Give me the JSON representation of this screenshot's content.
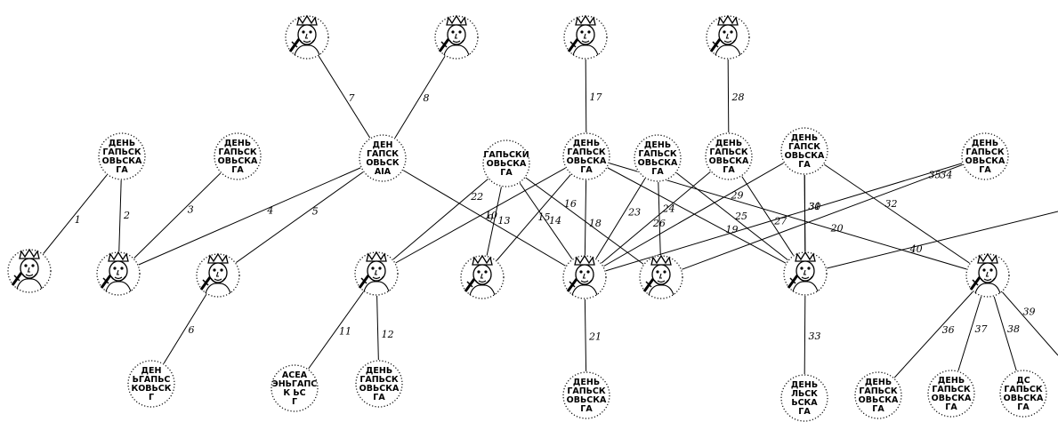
{
  "obverses": [
    {
      "id": "A",
      "lines": [
        "ДЕНЬ",
        "ГАПЬСК",
        "ОВЬСКА",
        "ГА"
      ]
    },
    {
      "id": "B",
      "lines": [
        "ДЕНЬ",
        "ГАПЬСК",
        "ОВЬСКА",
        "ГА"
      ]
    },
    {
      "id": "C",
      "lines": [
        "ДЕН",
        "ГАПСК",
        "ОВЬСК",
        "АІА"
      ]
    },
    {
      "id": "D",
      "lines": [
        "ГАПЬСКИ",
        "ОВЬСКА",
        "ГА"
      ]
    },
    {
      "id": "E",
      "lines": [
        "ДЕНЬ",
        "ГАПЬСК",
        "ОВЬСКА",
        "ГА"
      ]
    },
    {
      "id": "F",
      "lines": [
        "ДЕНЬ",
        "ГАПЬСК",
        "ОВЬСКА",
        "ГА"
      ]
    },
    {
      "id": "G",
      "lines": [
        "ДЕНЬ",
        "ГАПЬСК",
        "ОВЬСКА",
        "ГА"
      ]
    },
    {
      "id": "H",
      "lines": [
        "ДЕНЬ",
        "ГАПСК",
        "ОВЬСКА",
        "ГА"
      ]
    },
    {
      "id": "I",
      "lines": [
        "ДЕНЬ",
        "ГАПЬСК",
        "ОВЬСКА",
        "ГА"
      ]
    },
    {
      "id": "J",
      "lines": [
        "ДЕН",
        "ЬГАПЬС",
        "КОВЬСК",
        "Г"
      ]
    },
    {
      "id": "K",
      "lines": [
        "АСЕА",
        "ЭНЬГАПС",
        "К   ЬС",
        "Г"
      ]
    },
    {
      "id": "L",
      "lines": [
        "ДЕНЬ",
        "ГАПЬСК",
        "ОВЬСКА",
        "ГА"
      ]
    },
    {
      "id": "M",
      "lines": [
        "ДЕНЬ",
        "ГАПЬСК",
        "ОВЬСКА",
        "ГА"
      ]
    },
    {
      "id": "N",
      "lines": [
        "ДЕНЬ",
        "ЛЬСК",
        "ЬСКА",
        "ГА"
      ]
    },
    {
      "id": "O",
      "lines": [
        "ДЕНЬ",
        "ГАПЬСК",
        "ОВЬСКА",
        "ГА"
      ]
    },
    {
      "id": "P",
      "lines": [
        "ДЕНЬ",
        "ГАПЬСК",
        "ОВЬСКА",
        "ГА"
      ]
    },
    {
      "id": "Q",
      "lines": [
        "ДС",
        "ГАПЬСК",
        "ОВЬСКА",
        "ГА"
      ]
    }
  ],
  "reverses": [
    {
      "id": "r1",
      "icon": "king-with-sword-icon"
    },
    {
      "id": "r2",
      "icon": "king-with-sword-icon"
    },
    {
      "id": "r3",
      "icon": "king-with-sword-icon"
    },
    {
      "id": "r4",
      "icon": "king-with-sword-icon"
    },
    {
      "id": "r5",
      "icon": "king-with-sword-icon"
    },
    {
      "id": "r6",
      "icon": "king-with-sword-icon"
    },
    {
      "id": "r7",
      "icon": "king-with-sword-icon"
    },
    {
      "id": "r8",
      "icon": "king-with-sword-icon"
    },
    {
      "id": "r9",
      "icon": "king-with-sword-icon"
    },
    {
      "id": "r10",
      "icon": "king-with-sword-icon"
    },
    {
      "id": "r11",
      "icon": "king-with-sword-icon"
    },
    {
      "id": "r12",
      "icon": "king-with-sword-icon"
    },
    {
      "id": "r13",
      "icon": "king-with-sword-icon"
    },
    {
      "id": "r14",
      "icon": "king-with-sword-icon"
    },
    {
      "id": "r15",
      "icon": "king-with-sword-icon"
    }
  ],
  "links": [
    {
      "label": "1",
      "from": "A",
      "to": "r5"
    },
    {
      "label": "2",
      "from": "A",
      "to": "r6"
    },
    {
      "label": "3",
      "from": "B",
      "to": "r6"
    },
    {
      "label": "4",
      "from": "C",
      "to": "r6"
    },
    {
      "label": "5",
      "from": "C",
      "to": "r7"
    },
    {
      "label": "6",
      "from": "r7",
      "to": "J"
    },
    {
      "label": "7",
      "from": "r1",
      "to": "C"
    },
    {
      "label": "8",
      "from": "r2",
      "to": "C"
    },
    {
      "label": "9",
      "from": "C",
      "to": "r10"
    },
    {
      "label": "10",
      "from": "E",
      "to": "r8"
    },
    {
      "label": "11",
      "from": "r8",
      "to": "K"
    },
    {
      "label": "12",
      "from": "r8",
      "to": "L"
    },
    {
      "label": "13",
      "from": "D",
      "to": "r9"
    },
    {
      "label": "14",
      "from": "D",
      "to": "r10"
    },
    {
      "label": "15",
      "from": "E",
      "to": "r9"
    },
    {
      "label": "16",
      "from": "D",
      "to": "r11"
    },
    {
      "label": "17",
      "from": "r3",
      "to": "E"
    },
    {
      "label": "18",
      "from": "E",
      "to": "r10"
    },
    {
      "label": "19",
      "from": "E",
      "to": "r12"
    },
    {
      "label": "20",
      "from": "E",
      "to": "r13"
    },
    {
      "label": "21",
      "from": "r10",
      "to": "M"
    },
    {
      "label": "22",
      "from": "D",
      "to": "r8"
    },
    {
      "label": "23",
      "from": "F",
      "to": "r10"
    },
    {
      "label": "24",
      "from": "F",
      "to": "r11"
    },
    {
      "label": "25",
      "from": "F",
      "to": "r12"
    },
    {
      "label": "26",
      "from": "G",
      "to": "r10"
    },
    {
      "label": "27",
      "from": "G",
      "to": "r12"
    },
    {
      "label": "28",
      "from": "r4",
      "to": "G"
    },
    {
      "label": "29",
      "from": "H",
      "to": "r10"
    },
    {
      "label": "30",
      "from": "H",
      "to": "r12"
    },
    {
      "label": "31",
      "from": "H",
      "to": "r12"
    },
    {
      "label": "32",
      "from": "H",
      "to": "r13"
    },
    {
      "label": "33",
      "from": "r12",
      "to": "N"
    },
    {
      "label": "34",
      "from": "I",
      "to": "r11"
    },
    {
      "label": "35",
      "from": "I",
      "to": "r10"
    },
    {
      "label": "36",
      "from": "r13",
      "to": "O"
    },
    {
      "label": "37",
      "from": "r13",
      "to": "P"
    },
    {
      "label": "38",
      "from": "r13",
      "to": "Q"
    },
    {
      "label": "39",
      "from": "r13",
      "to": "r14"
    },
    {
      "label": "40",
      "from": "r12",
      "to": "r15"
    }
  ]
}
